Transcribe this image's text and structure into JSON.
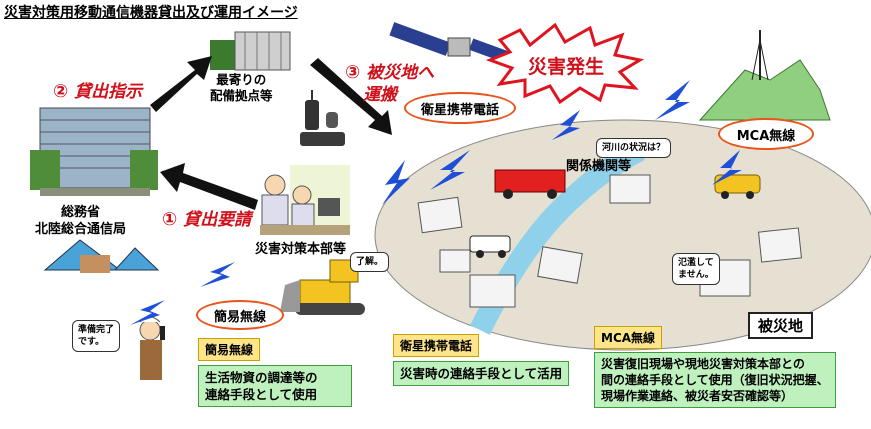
{
  "title": "災害対策用移動通信機器貸出及び運用イメージ",
  "steps": {
    "step1": {
      "num": "①",
      "text": "貸出要請"
    },
    "step2": {
      "num": "②",
      "text": "貸出指示"
    },
    "step3": {
      "num": "③",
      "text": "被災地へ",
      "text2": "運搬"
    }
  },
  "locations": {
    "ministry_line1": "総務省",
    "ministry_line2": "北陸総合通信局",
    "depot_line1": "最寄りの",
    "depot_line2": "配備拠点等",
    "hq": "災害対策本部等",
    "agencies": "関係機関等",
    "disaster_area": "被災地"
  },
  "disaster_banner": "災害発生",
  "ovals": {
    "satellite": "衛星携帯電話",
    "mca": "MCA無線",
    "simple": "簡易無線"
  },
  "bubbles": {
    "ready": "準備完了\nです。",
    "ok": "了解。",
    "river": "河川の状況は？",
    "flooding": "氾濫して\nません。"
  },
  "info_boxes": [
    {
      "title": "簡易無線",
      "body": "生活物資の調達等の\n連絡手段として使用"
    },
    {
      "title": "衛星携帯電話",
      "body": "災害時の連絡手段として活用"
    },
    {
      "title": "MCA無線",
      "body": "災害復旧現場や現地災害対策本部との\n間の連絡手段として使用（復旧状況把握、\n現場作業連絡、被災者安否確認等）"
    }
  ],
  "colors": {
    "accent_red": "#d0101a",
    "oval_border": "#e8541b",
    "radio_wave": "#1f4fd6",
    "info_green": "#bff1bf",
    "info_yellow": "#ffe58a"
  }
}
